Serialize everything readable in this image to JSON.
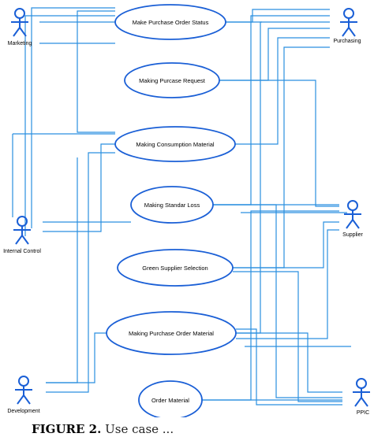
{
  "actors": [
    {
      "id": "marketing",
      "label": "Marketing",
      "icon": "stick-figure-icon"
    },
    {
      "id": "purchasing",
      "label": "Purchasing",
      "icon": "stick-figure-icon"
    },
    {
      "id": "internal_control",
      "label": "Internal Control",
      "icon": "stick-figure-icon"
    },
    {
      "id": "supplier",
      "label": "Supplier",
      "icon": "stick-figure-icon"
    },
    {
      "id": "development",
      "label": "Development",
      "icon": "stick-figure-icon"
    },
    {
      "id": "ppic",
      "label": "PPIC",
      "icon": "stick-figure-icon"
    }
  ],
  "use_cases": [
    {
      "id": "uc1",
      "label": "Make Purchase Order Status"
    },
    {
      "id": "uc2",
      "label": "Making Purcase Request"
    },
    {
      "id": "uc3",
      "label": "Making Consumption Material"
    },
    {
      "id": "uc4",
      "label": "Making Standar Loss"
    },
    {
      "id": "uc5",
      "label": "Green Supplier Selection"
    },
    {
      "id": "uc6",
      "label": "Making Purchase Order Material"
    },
    {
      "id": "uc7",
      "label": "Order Material"
    }
  ],
  "caption": {
    "label": "FIGURE 2.",
    "rest": " Use case ..."
  },
  "colors": {
    "actor_stroke": "#1a5fd6",
    "line": "#2a8fe0",
    "ellipse_fill": "#ffffff",
    "ellipse_stroke": "#1a5fd6"
  }
}
